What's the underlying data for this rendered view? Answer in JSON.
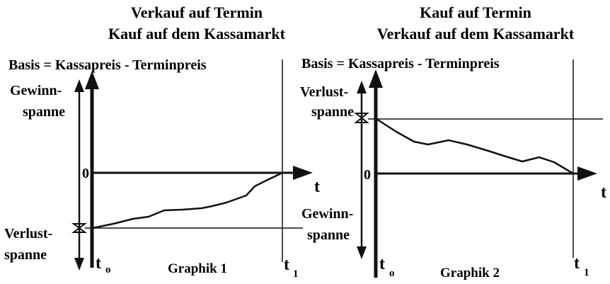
{
  "graph1": {
    "title_line1": "Verkauf auf Termin",
    "title_line2": "Kauf auf dem Kassamarkt",
    "basis": "Basis  = Kassapreis - Terminpreis",
    "upper_label_line1": "Gewinn-",
    "upper_label_line2": "spanne",
    "lower_label_line1": "Verlust-",
    "lower_label_line2": "spanne",
    "zero_label": "0",
    "time_label": "t",
    "t_start": "t",
    "t_start_sub": "o",
    "t_end": "t",
    "t_end_sub": "1",
    "caption": "Graphik 1"
  },
  "graph2": {
    "title_line1": "Kauf auf Termin",
    "title_line2": "Verkauf auf dem Kassamarkt",
    "basis": "Basis = Kassapreis - Terminpreis",
    "upper_label_line1": "Verlust-",
    "upper_label_line2": "spanne",
    "lower_label_line1": "Gewinn-",
    "lower_label_line2": "spanne",
    "zero_label": "0",
    "time_label": "t",
    "t_start": "t",
    "t_start_sub": "o",
    "t_end": "t",
    "t_end_sub": "1",
    "caption": "Graphik 2"
  },
  "colors": {
    "ink": "#111111",
    "background": "#ffffff"
  }
}
